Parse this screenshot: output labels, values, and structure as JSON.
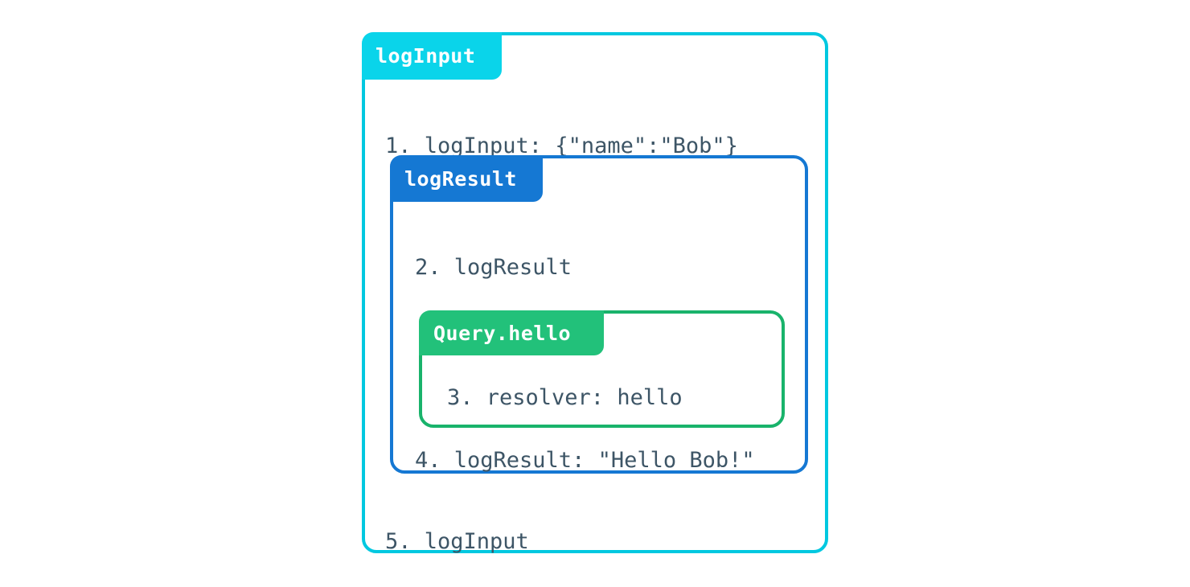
{
  "diagram": {
    "type": "nested-execution-trace",
    "background_color": "#ffffff",
    "text_color": "#3d5566",
    "outer_box": {
      "label": "logInput",
      "accent_color": "#0ad4ea",
      "border_color": "#00c8e0",
      "lines": {
        "first": "1. logInput: {\"name\":\"Bob\"}",
        "last": "5. logInput"
      },
      "middle_box": {
        "label": "logResult",
        "accent_color": "#1578d3",
        "border_color": "#1578d3",
        "lines": {
          "first": "2. logResult",
          "last": "4. logResult: \"Hello Bob!\""
        },
        "inner_box": {
          "label": "Query.hello",
          "accent_color": "#22c17a",
          "border_color": "#19b36b",
          "lines": {
            "only": "3. resolver: hello"
          }
        }
      }
    }
  }
}
